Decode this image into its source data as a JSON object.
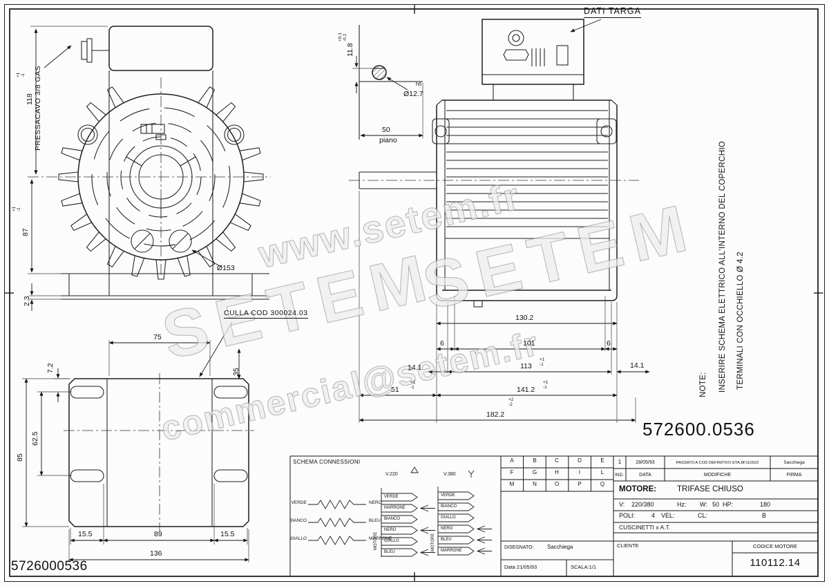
{
  "sheet": {
    "part_number": "572600.0536",
    "footer_number": "5726000536"
  },
  "callouts": {
    "dati_targa": "DATI TARGA",
    "pressacavo": "PRESSACAVO 3/8 GAS",
    "culla": "CULLA COD 300024.03",
    "note_label": "NOTE:",
    "note_line1": "INSERIRE SCHEMA ELETTRICO ALL'INTERNO DEL COPERCHIO",
    "note_line2": "TERMINALI CON OCCHIELLO Ø 4.2"
  },
  "watermark": {
    "w1": "www.setem.fr",
    "w2": "SETEM",
    "w3": "SETEM",
    "w4": "commercial@setem.fr"
  },
  "dims": {
    "front_h_top": "118",
    "front_h_top_tol": "+1\n-1",
    "front_h_bot": "87",
    "front_h_bot_tol": "+1\n-1",
    "front_foot": "2.3",
    "front_dia": "Ø153",
    "key_height": "11.8",
    "key_height_tol": "+0.1\n-0.2",
    "shaft_dia": "Ø12.7",
    "shaft_fit": "h5",
    "flat_len": "50",
    "flat_word": "piano",
    "side_1302": "130.2",
    "side_6a": "6",
    "side_101": "101",
    "side_6b": "6",
    "side_141l": "14.1",
    "side_113": "113",
    "side_113_tol": "+1\n-1",
    "side_141r": "14.1",
    "side_51": "51",
    "side_51_tol": "+1\n-1",
    "side_1412": "141.2",
    "side_1412_tol": "+1\n-1",
    "side_1822_tol": "+2\n-2",
    "side_1822": "182.2",
    "bot_75": "75",
    "bot_72": "7.2",
    "bot_35": "35",
    "bot_85": "85",
    "bot_625": "62.5",
    "bot_155a": "15.5",
    "bot_89": "89",
    "bot_155b": "15.5",
    "bot_136": "136"
  },
  "wiring": {
    "title": "SCHEMA CONNESSIONI",
    "coil_rows": [
      {
        "left": "VERDE",
        "right": "NERO"
      },
      {
        "left": "BIANCO",
        "right": "BLEU"
      },
      {
        "left": "GIALLO",
        "right": "MARRONE"
      }
    ],
    "v220": {
      "header": "V.220",
      "motore": "MOTORE",
      "labels": [
        "VERDE",
        "MARRONE",
        "BIANCO",
        "NERO",
        "GIALLO",
        "BLEU"
      ]
    },
    "v380": {
      "header": "V.380",
      "motore": "MOTORE",
      "labels": [
        "VERDE",
        "BIANCO",
        "GIALLO",
        "NERO",
        "BLEU",
        "MARRONE"
      ]
    }
  },
  "titleblock": {
    "letters": [
      [
        "A",
        "B",
        "C",
        "D",
        "E"
      ],
      [
        "F",
        "G",
        "H",
        "I",
        "L"
      ],
      [
        "M",
        "N",
        "O",
        "P",
        "Q"
      ]
    ],
    "revision": {
      "ind": "1",
      "date": "28/05/93",
      "desc": "PASSATO A COD DEFINITIVO ETA.8F110522",
      "firma": "Sacchiega"
    },
    "headers": {
      "ind": "IND.",
      "data": "DATA",
      "modifiche": "MODIFICHE",
      "firma": "FIRMA"
    },
    "motore_label": "MOTORE:",
    "motore_value": "TRIFASE CHIUSO",
    "v_label": "V:",
    "v_value": "220/380",
    "hz_label": "Hz:",
    "w_label": "W:",
    "w_value": "50",
    "hp_label": "HP:",
    "hp_value": "180",
    "poli_label": "POLI:",
    "poli_value": "4",
    "vel_label": "VEL:",
    "cl_label": "CL:",
    "cl_value": "B",
    "cuscinetti": "CUSCINETTI x A.T.",
    "disegnato_label": "DISEGNATO:",
    "disegnato_value": "Sacchiega",
    "cliente": "CLIENTE",
    "data_label": "Data 21/05/93",
    "scala": "SCALA:1/1",
    "codice_label": "CODICE MOTORE",
    "codice_value": "110112.14"
  }
}
